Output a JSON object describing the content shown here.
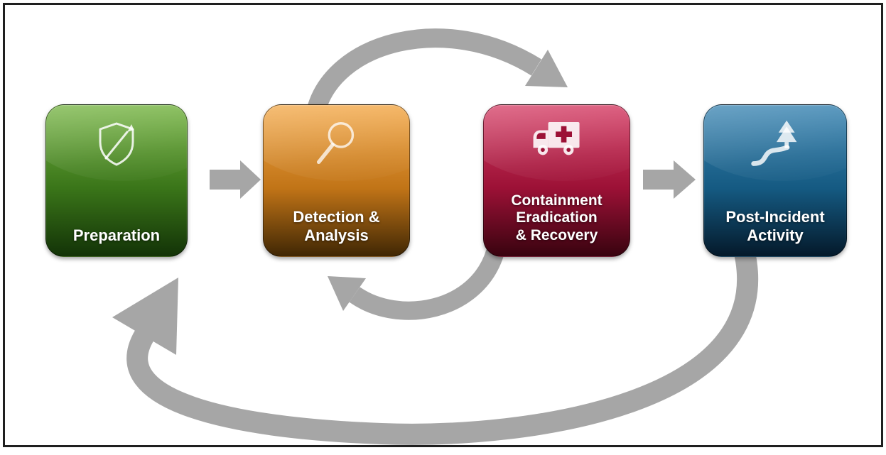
{
  "frame": {
    "background": "#ffffff",
    "border_color": "#1f1f1f"
  },
  "arrow_color": "#a6a6a6",
  "stages": [
    {
      "label": "Preparation",
      "icon": "shield-pen-icon",
      "gradient_top": "#77b544",
      "gradient_mid": "#3a7519",
      "gradient_bottom": "#133307"
    },
    {
      "label": "Detection &\nAnalysis",
      "icon": "magnifier-icon",
      "gradient_top": "#f3a94a",
      "gradient_mid": "#c17417",
      "gradient_bottom": "#402704"
    },
    {
      "label": "Containment\nEradication\n& Recovery",
      "icon": "ambulance-icon",
      "gradient_top": "#d64067",
      "gradient_mid": "#9c1136",
      "gradient_bottom": "#38030f"
    },
    {
      "label": "Post-Incident\nActivity",
      "icon": "tree-path-icon",
      "gradient_top": "#3c86b3",
      "gradient_mid": "#155a82",
      "gradient_bottom": "#04192a"
    }
  ],
  "arrows": [
    {
      "name": "preparation-to-detection-arrow",
      "type": "straight"
    },
    {
      "name": "detection-to-containment-arc",
      "type": "arc-top"
    },
    {
      "name": "containment-to-detection-return-arc",
      "type": "arc-bottom"
    },
    {
      "name": "containment-to-postincident-arrow",
      "type": "straight"
    },
    {
      "name": "postincident-to-preparation-arc",
      "type": "arc-large-bottom"
    }
  ]
}
